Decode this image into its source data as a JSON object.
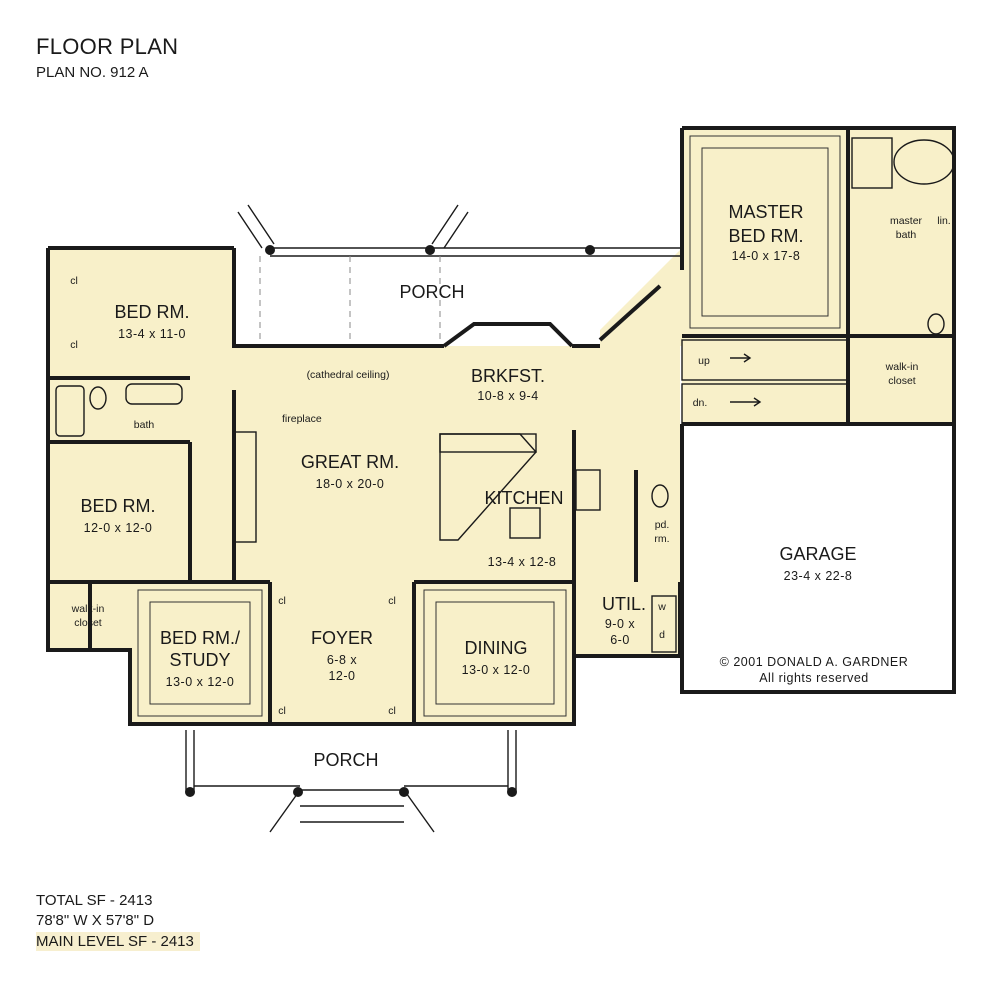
{
  "header": {
    "title": "FLOOR PLAN",
    "plan_no": "PLAN NO. 912 A"
  },
  "stats": {
    "total_sf": "TOTAL SF - 2413",
    "dimensions": "78'8\" W X 57'8\" D",
    "main_level": "MAIN LEVEL SF - 2413"
  },
  "rooms": {
    "porch_rear": "PORCH",
    "porch_front": "PORCH",
    "bed1_name": "BED RM.",
    "bed1_dim": "13-4  x  11-0",
    "bed2_name": "BED RM.",
    "bed2_dim": "12-0  x  12-0",
    "bath": "bath",
    "great_name": "GREAT RM.",
    "great_dim": "18-0  x  20-0",
    "great_note": "(cathedral ceiling)",
    "fireplace": "fireplace",
    "brk_name": "BRKFST.",
    "brk_dim": "10-8  x  9-4",
    "kitchen_name": "KITCHEN",
    "kitchen_dim": "13-4  x  12-8",
    "master_name1": "MASTER",
    "master_name2": "BED RM.",
    "master_dim": "14-0  x  17-8",
    "master_bath1": "master",
    "master_bath2": "bath",
    "lin": "lin.",
    "mwalk1": "walk-in",
    "mwalk2": "closet",
    "walk1": "walk-in",
    "walk2": "closet",
    "study1": "BED RM./",
    "study2": "STUDY",
    "study_dim": "13-0  x  12-0",
    "foyer_name": "FOYER",
    "foyer_dim1": "6-8  x",
    "foyer_dim2": "12-0",
    "dining_name": "DINING",
    "dining_dim": "13-0  x  12-0",
    "util_name": "UTIL.",
    "util_dim1": "9-0  x",
    "util_dim2": "6-0",
    "pd1": "pd.",
    "pd2": "rm.",
    "garage_name": "GARAGE",
    "garage_dim": "23-4  x  22-8",
    "up": "up",
    "dn": "dn.",
    "w": "w",
    "d": "d",
    "cl": "cl"
  },
  "copyright": {
    "line1": "© 2001 DONALD A. GARDNER",
    "line2": "All rights reserved"
  }
}
